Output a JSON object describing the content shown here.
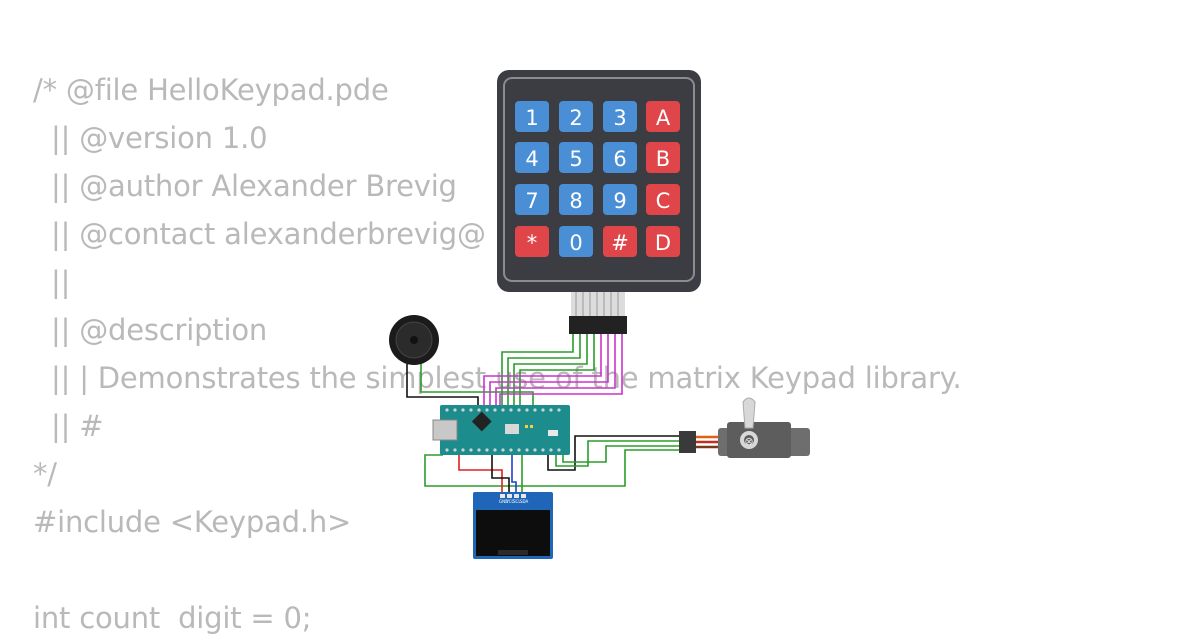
{
  "code_lines": [
    "/* @file HelloKeypad.pde",
    "  || @version 1.0",
    "  || @author Alexander Brevig",
    "  || @contact alexanderbrevig@",
    "  ||",
    "  || @description",
    "  || | Demonstrates the simplest use of the matrix Keypad library.",
    "  || #",
    "*/",
    "#include <Keypad.h>",
    "",
    "int count  digit = 0;"
  ],
  "keypad": {
    "keys": [
      {
        "label": "1",
        "color": "#4a8fd6"
      },
      {
        "label": "2",
        "color": "#4a8fd6"
      },
      {
        "label": "3",
        "color": "#4a8fd6"
      },
      {
        "label": "A",
        "color": "#e0454a"
      },
      {
        "label": "4",
        "color": "#4a8fd6"
      },
      {
        "label": "5",
        "color": "#4a8fd6"
      },
      {
        "label": "6",
        "color": "#4a8fd6"
      },
      {
        "label": "B",
        "color": "#e0454a"
      },
      {
        "label": "7",
        "color": "#4a8fd6"
      },
      {
        "label": "8",
        "color": "#4a8fd6"
      },
      {
        "label": "9",
        "color": "#4a8fd6"
      },
      {
        "label": "C",
        "color": "#e0454a"
      },
      {
        "label": "*",
        "color": "#e0454a"
      },
      {
        "label": "0",
        "color": "#4a8fd6"
      },
      {
        "label": "#",
        "color": "#e0454a"
      },
      {
        "label": "D",
        "color": "#e0454a"
      }
    ]
  },
  "oled": {
    "pin_labels": [
      "GND",
      "VCC",
      "SCL",
      "SDA"
    ]
  },
  "colors": {
    "code_text": "#b9b9b9",
    "keypad_body": "#3b3d42",
    "arduino_board": "#1c8c8c",
    "oled_board": "#1f66b8",
    "wire_green": "#2a9d2a",
    "wire_purple": "#cc33cc",
    "wire_red": "#e02020",
    "wire_blue": "#2040d0",
    "wire_black": "#111111"
  }
}
